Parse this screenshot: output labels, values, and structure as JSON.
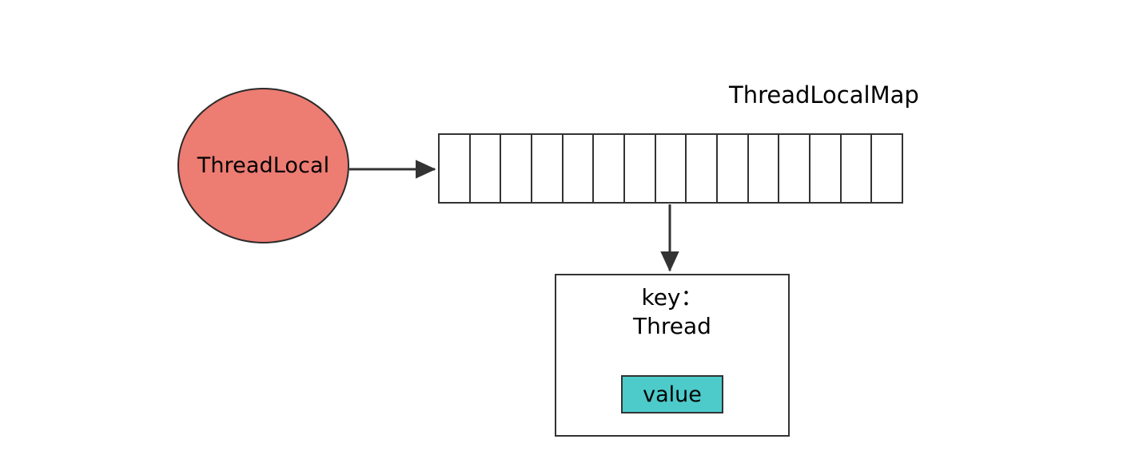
{
  "diagram": {
    "title_visible": false,
    "background_color": "#FFFFFF",
    "stroke_color": "#333333"
  },
  "threadlocal_node": {
    "label": "ThreadLocal",
    "shape": "circle",
    "fill_color": "#ED7C72",
    "border_color": "#2B2B2B"
  },
  "map": {
    "caption": "ThreadLocalMap",
    "slot_count": 15,
    "slots": [
      {
        "index": 0,
        "text": ""
      },
      {
        "index": 1,
        "text": ""
      },
      {
        "index": 2,
        "text": ""
      },
      {
        "index": 3,
        "text": ""
      },
      {
        "index": 4,
        "text": ""
      },
      {
        "index": 5,
        "text": ""
      },
      {
        "index": 6,
        "text": ""
      },
      {
        "index": 7,
        "text": ""
      },
      {
        "index": 8,
        "text": ""
      },
      {
        "index": 9,
        "text": ""
      },
      {
        "index": 10,
        "text": ""
      },
      {
        "index": 11,
        "text": ""
      },
      {
        "index": 12,
        "text": ""
      },
      {
        "index": 13,
        "text": ""
      },
      {
        "index": 14,
        "text": ""
      }
    ]
  },
  "entry": {
    "key_label": "key：\nThread",
    "value_label": "value",
    "value_fill_color": "#4DCBCB",
    "border_color": "#333333"
  },
  "connectors": [
    {
      "name": "threadlocal-to-map",
      "from": "ThreadLocal",
      "to": "ThreadLocalMap",
      "direction": "right"
    },
    {
      "name": "slot-to-entry",
      "from": "ThreadLocalMap slot",
      "to": "key：Thread entry",
      "direction": "down"
    }
  ]
}
